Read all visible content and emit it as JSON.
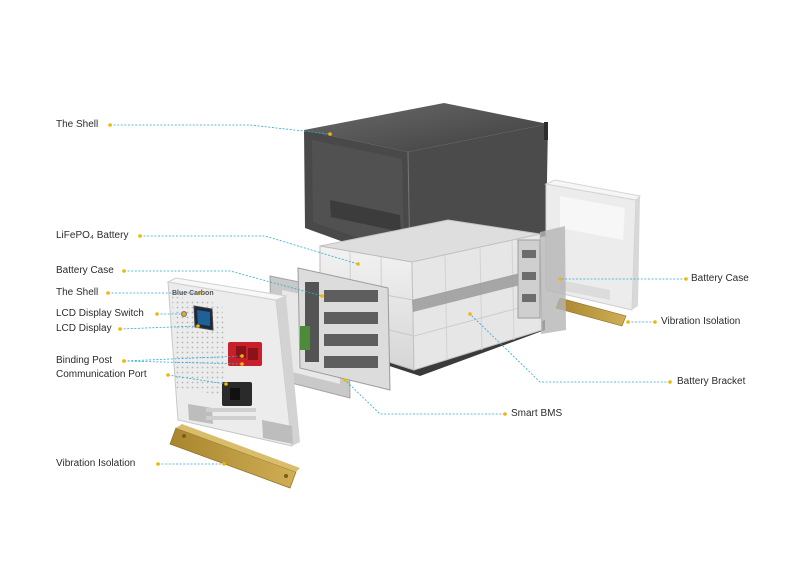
{
  "labels": {
    "left": {
      "the_shell_top": "The Shell",
      "lifepo4_battery": "LiFePO₄ Battery",
      "battery_case_left": "Battery Case",
      "the_shell_front": "The Shell",
      "lcd_display_switch": "LCD Display Switch",
      "lcd_display": "LCD Display",
      "binding_post": "Binding Post",
      "communication_port": "Communication Port",
      "vibration_isolation_left": "Vibration Isolation"
    },
    "right": {
      "battery_case_right": "Battery Case",
      "vibration_isolation_right": "Vibration Isolation",
      "battery_bracket": "Battery Bracket",
      "smart_bms": "Smart BMS"
    }
  },
  "front_panel": {
    "brand": "Blue Carbon"
  },
  "colors": {
    "leader_line": "#2aa9d8",
    "dot": "#f2b705",
    "shell_dark": "#4a4a4a",
    "panel_light": "#e9e9e9",
    "isolation_pad": "#b8963a",
    "terminal_red": "#c8202a"
  }
}
